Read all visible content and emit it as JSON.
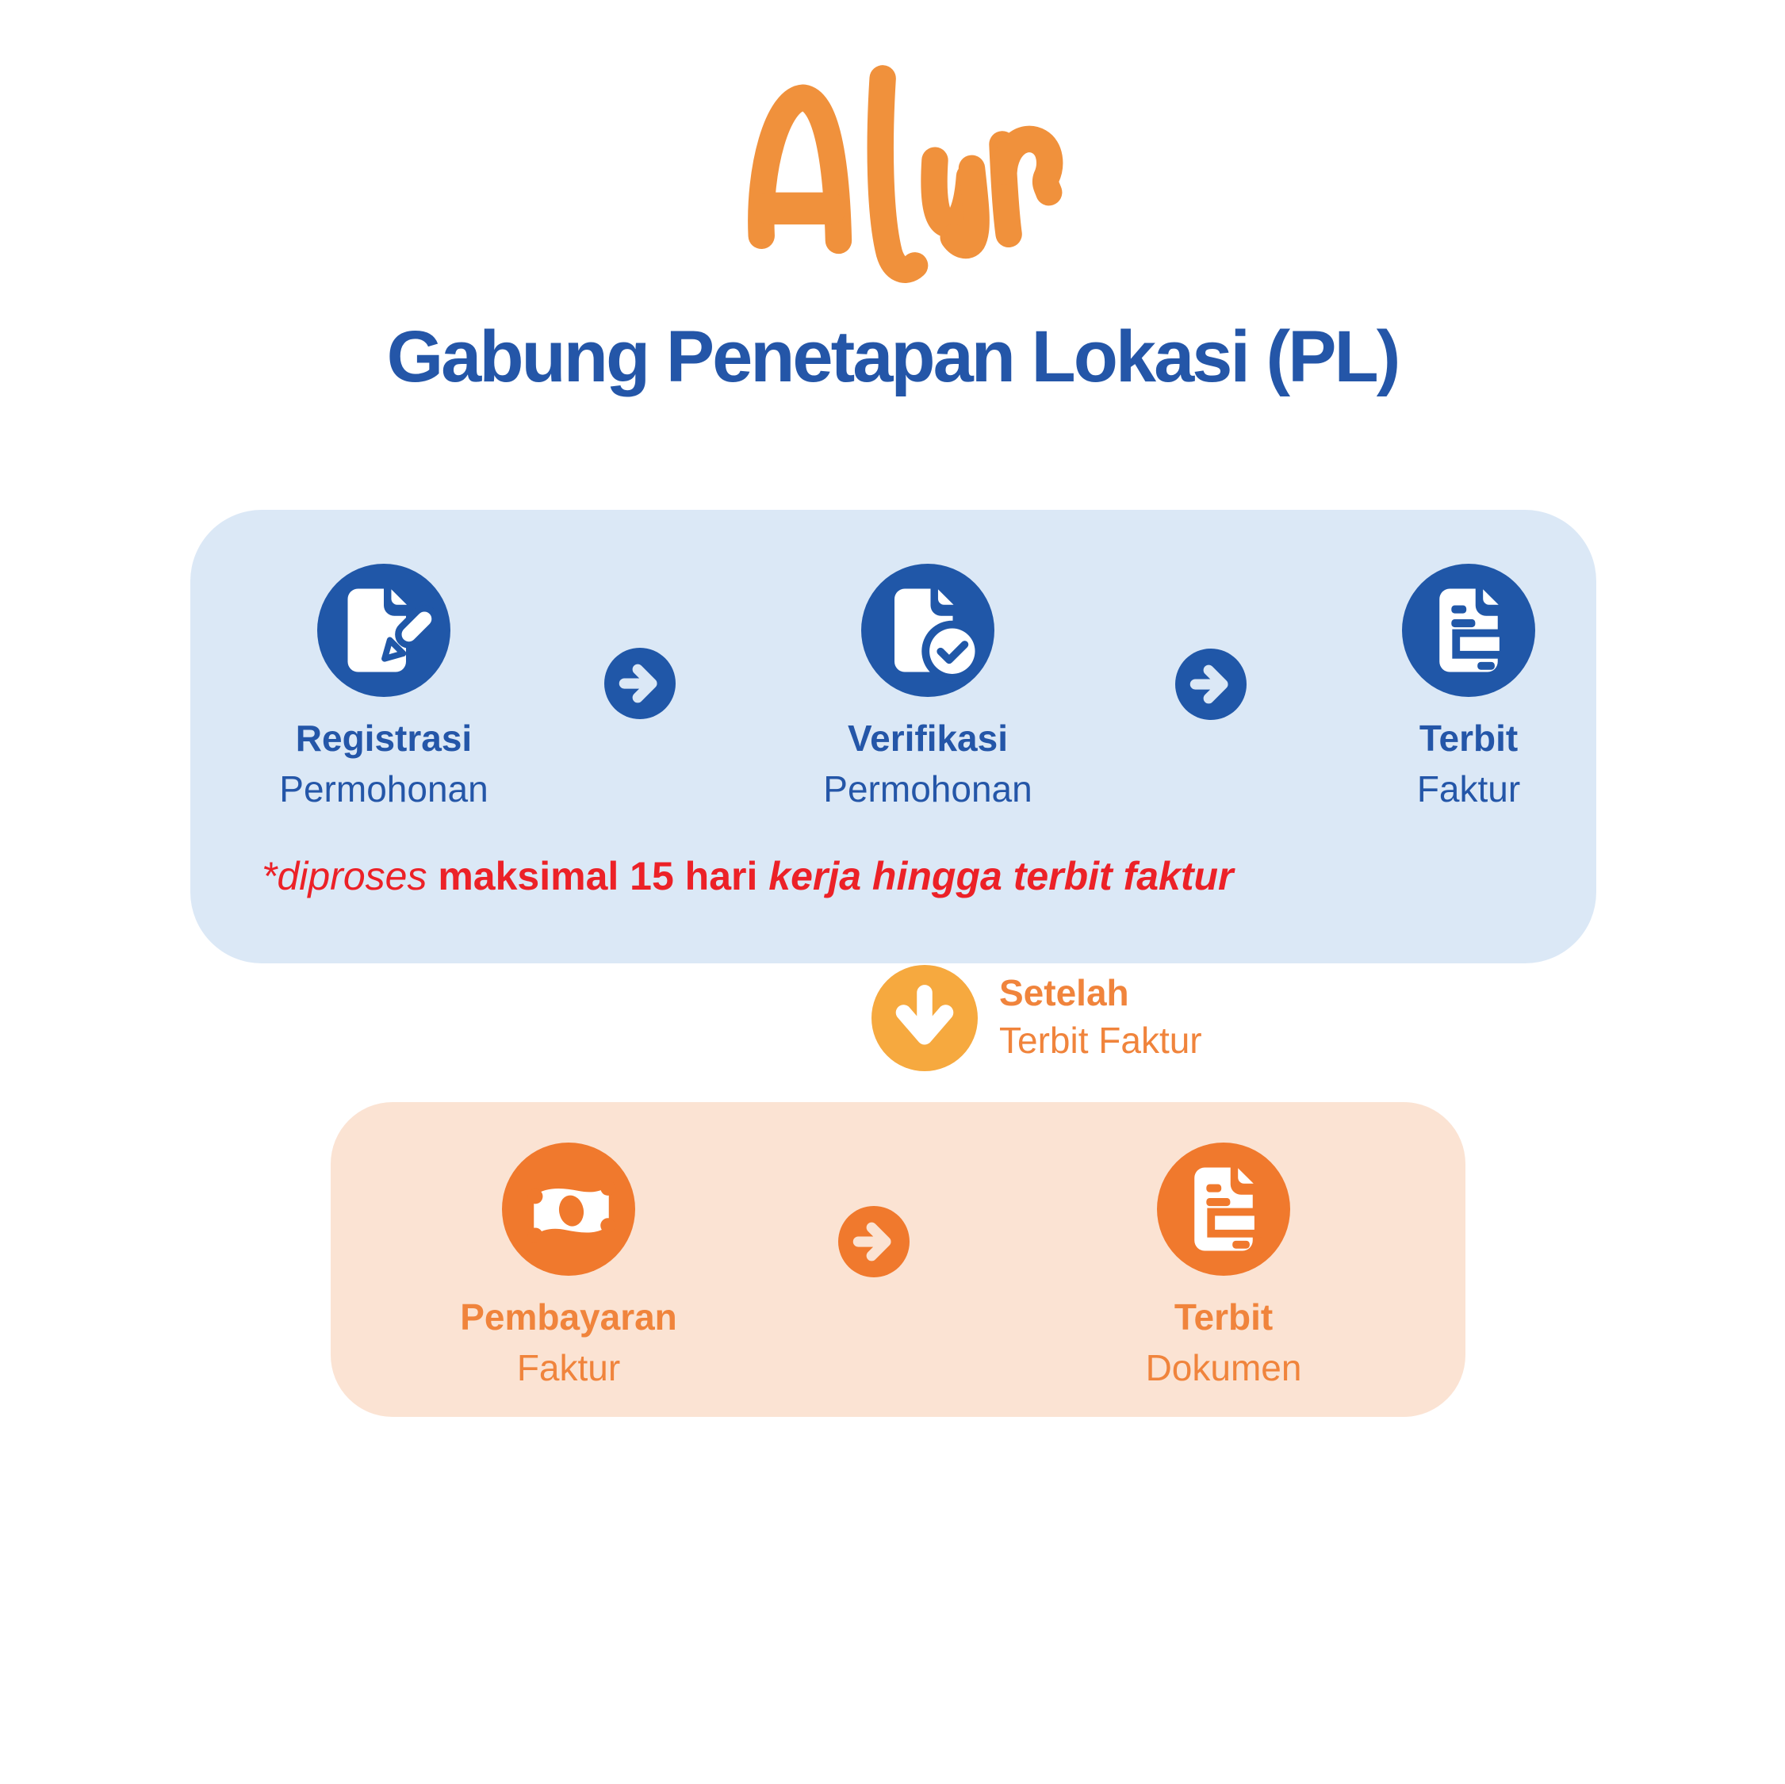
{
  "title": "Alur",
  "subtitle": "Gabung Penetapan Lokasi (PL)",
  "colors": {
    "title_orange": "#F0913C",
    "heading_blue": "#2456A8",
    "step_circle_blue": "#2057A8",
    "panel_blue": "#DBE8F6",
    "note_red": "#EC2127",
    "step_circle_orange": "#F0792D",
    "orange_text": "#F0843C",
    "connector_amber": "#F6A93F",
    "panel_peach": "#FBE3D3"
  },
  "phase1": {
    "steps": [
      {
        "icon": "document-pencil-icon",
        "title": "Registrasi",
        "subtitle": "Permohonan"
      },
      {
        "icon": "document-check-icon",
        "title": "Verifikasi",
        "subtitle": "Permohonan"
      },
      {
        "icon": "invoice-icon",
        "title": "Terbit",
        "subtitle": "Faktur"
      }
    ],
    "arrow_icon": "arrow-right-icon",
    "note": {
      "segments": [
        {
          "text": "*diproses ",
          "style": "italic"
        },
        {
          "text": "maksimal 15 hari ",
          "style": "bold"
        },
        {
          "text": "kerja hingga terbit faktur",
          "style": "bold-italic"
        }
      ]
    }
  },
  "connector": {
    "icon": "arrow-down-icon",
    "title": "Setelah",
    "subtitle": "Terbit Faktur"
  },
  "phase2": {
    "steps": [
      {
        "icon": "money-icon",
        "title": "Pembayaran",
        "subtitle": "Faktur"
      },
      {
        "icon": "invoice-icon",
        "title": "Terbit",
        "subtitle": "Dokumen"
      }
    ],
    "arrow_icon": "arrow-right-icon"
  }
}
